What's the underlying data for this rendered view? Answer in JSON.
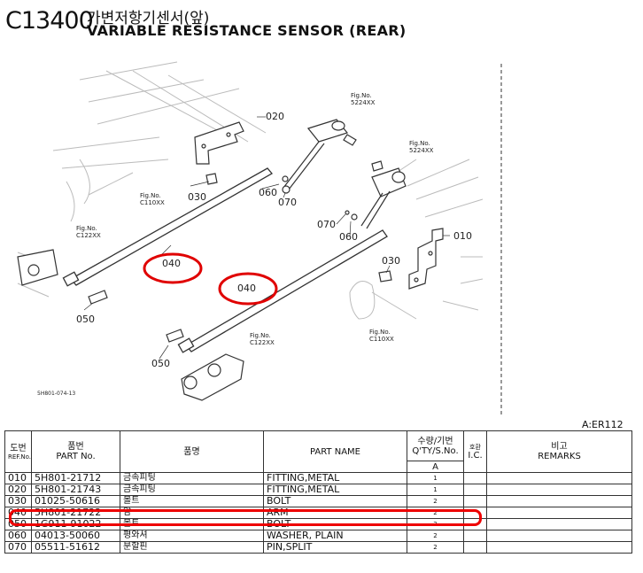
{
  "header": {
    "code": "C13400",
    "title_ko": "가변저항기센서(앞)",
    "title_en": "VARIABLE RESISTANCE SENSOR (REAR)"
  },
  "diagram": {
    "labels": {
      "fig_5224_a": "Fig.No.",
      "fig_5224_b": "5224XX",
      "fig_5224c_a": "Fig.No.",
      "fig_5224c_b": "5224XX",
      "fig_c110_a": "Fig.No.",
      "fig_c110_b": "C110XX",
      "fig_c122_a": "Fig.No.",
      "fig_c122_b": "C122XX",
      "fig_c122b_a": "Fig.No.",
      "fig_c122b_b": "C122XX",
      "fig_c110b_a": "Fig.No.",
      "fig_c110b_b": "C110XX",
      "p020": "020",
      "p030a": "030",
      "p060a": "060",
      "p070a": "070",
      "p070b": "070",
      "p060b": "060",
      "p010": "010",
      "p030b": "030",
      "p040a": "040",
      "p040b": "040",
      "p050a": "050",
      "p050b": "050",
      "drawing_no": "5H801-074-13"
    },
    "circle_color": "#e00000"
  },
  "ref_code": "A:ER112",
  "table": {
    "headers": {
      "ref_ko": "도번",
      "ref_en": "REF.No.",
      "part_ko": "품번",
      "part_en": "PART No.",
      "name_ko": "품명",
      "name_en": "PART NAME",
      "qty_ko": "수량/기번",
      "qty_en": "Q'TY/S.No.",
      "qty_sub": "A",
      "ic_ko": "호환",
      "ic_en": "I.C.",
      "remarks_ko": "비고",
      "remarks_en": "REMARKS"
    },
    "rows": [
      {
        "ref": "010",
        "part": "5H801-21712",
        "name_ko": "금속피팅",
        "name_en": "FITTING,METAL",
        "qty": "1"
      },
      {
        "ref": "020",
        "part": "5H801-21743",
        "name_ko": "금속피팅",
        "name_en": "FITTING,METAL",
        "qty": "1"
      },
      {
        "ref": "030",
        "part": "01025-50616",
        "name_ko": "볼트",
        "name_en": "BOLT",
        "qty": "2"
      },
      {
        "ref": "040",
        "part": "5H801-21722",
        "name_ko": "암",
        "name_en": "ARM",
        "qty": "2"
      },
      {
        "ref": "050",
        "part": "1G911-91022",
        "name_ko": "볼트",
        "name_en": "BOLT",
        "qty": "2"
      },
      {
        "ref": "060",
        "part": "04013-50060",
        "name_ko": "평와셔",
        "name_en": "WASHER, PLAIN",
        "qty": "2"
      },
      {
        "ref": "070",
        "part": "05511-51612",
        "name_ko": "분할핀",
        "name_en": "PIN,SPLIT",
        "qty": "2"
      }
    ],
    "highlight_color": "#e00000"
  }
}
